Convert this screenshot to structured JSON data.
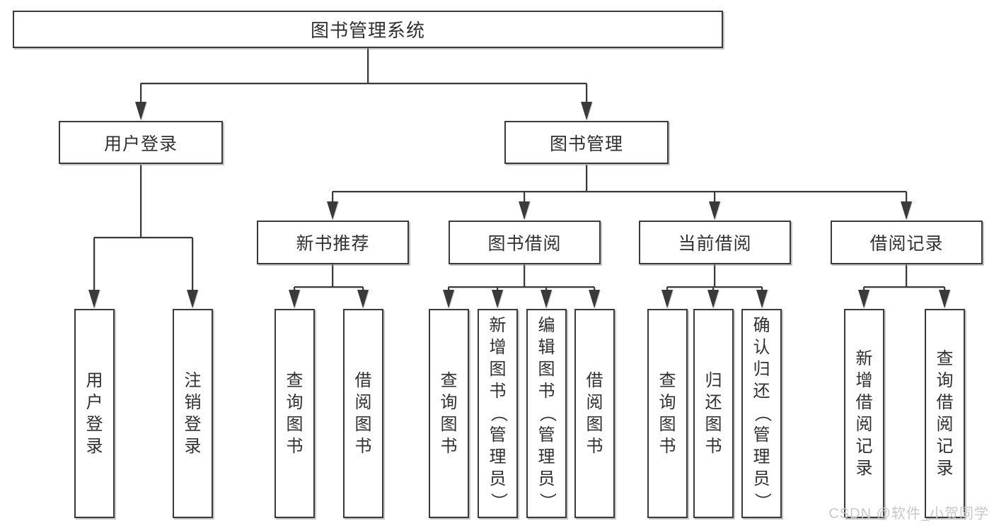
{
  "diagram": {
    "type": "tree",
    "title": "图书管理系统",
    "root": {
      "label": "图书管理系统"
    },
    "level1": [
      {
        "label": "用户登录",
        "parent": "图书管理系统"
      },
      {
        "label": "图书管理",
        "parent": "图书管理系统"
      }
    ],
    "level2": [
      {
        "label": "新书推荐",
        "parent": "图书管理"
      },
      {
        "label": "图书借阅",
        "parent": "图书管理"
      },
      {
        "label": "当前借阅",
        "parent": "图书管理"
      },
      {
        "label": "借阅记录",
        "parent": "图书管理"
      }
    ],
    "leaves": [
      {
        "label": "用户登录",
        "parent": "用户登录"
      },
      {
        "label": "注销登录",
        "parent": "用户登录"
      },
      {
        "label": "查询图书",
        "parent": "新书推荐"
      },
      {
        "label": "借阅图书",
        "parent": "新书推荐"
      },
      {
        "label": "查询图书",
        "parent": "图书借阅"
      },
      {
        "label": "新增图书（管理员）",
        "parent": "图书借阅"
      },
      {
        "label": "编辑图书（管理员）",
        "parent": "图书借阅"
      },
      {
        "label": "借阅图书",
        "parent": "图书借阅"
      },
      {
        "label": "查询图书",
        "parent": "当前借阅"
      },
      {
        "label": "归还图书",
        "parent": "当前借阅"
      },
      {
        "label": "确认归还（管理员）",
        "parent": "当前借阅"
      },
      {
        "label": "新增借阅记录",
        "parent": "借阅记录"
      },
      {
        "label": "查询借阅记录",
        "parent": "借阅记录"
      }
    ],
    "watermark": {
      "text": "CSDN @软件_小贺同学"
    },
    "colors": {
      "line": "#3a3a3a",
      "box_border": "#3a3a3a",
      "box_fill": "#ffffff",
      "text": "#303030",
      "background": "#ffffff",
      "watermark": "#c8c8c8"
    }
  }
}
